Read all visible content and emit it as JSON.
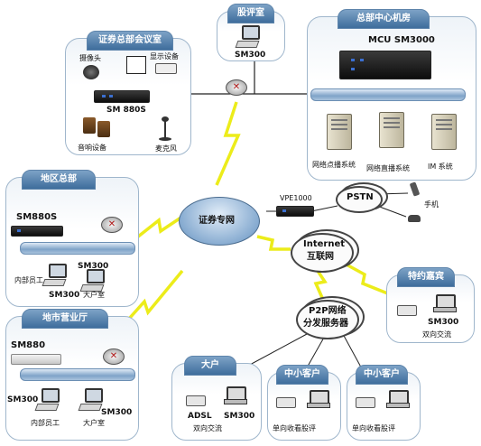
{
  "sites": {
    "hq_meeting": {
      "title": "证券总部会议室",
      "camera": "摄像头",
      "display": "显示设备",
      "terminal": "SM 880S",
      "audio": "音响设备",
      "mic": "麦克风"
    },
    "review_room": {
      "title": "股评室",
      "terminal": "SM300"
    },
    "data_center": {
      "title": "总部中心机房",
      "mcu": "MCU SM3000",
      "servers": [
        "网络点播系统",
        "网络直播系统",
        "IM 系统"
      ]
    },
    "regional_hq": {
      "title": "地区总部",
      "terminal": "SM880S",
      "room_terminal": "SM300",
      "room": "大户室",
      "staff": "内部员工",
      "staff_terminal": "SM300"
    },
    "city_office": {
      "title": "地市营业厅",
      "terminal": "SM880",
      "staff_terminal": "SM300",
      "room_terminal": "SM300",
      "staff": "内部员工",
      "room": "大户室"
    },
    "vip_guest": {
      "title": "特约嘉宾",
      "terminal": "SM300",
      "mode": "双向交流"
    },
    "big_client": {
      "title": "大户",
      "modem": "ADSL",
      "terminal": "SM300",
      "mode": "双向交流"
    },
    "small_client_1": {
      "title": "中小客户",
      "mode": "单向收看股评"
    },
    "small_client_2": {
      "title": "中小客户",
      "mode": "单向收看股评"
    }
  },
  "network": {
    "core": "证券专网",
    "gateway": "VPE1000",
    "pstn": "PSTN",
    "mobile": "手机",
    "internet_line1": "Internet",
    "internet_line2": "互联网",
    "p2p_line1": "P2P网络",
    "p2p_line2": "分发服务器"
  },
  "colors": {
    "panel_tab": "#3e6d9c",
    "bar": "#7fa3c8",
    "lightning": "#ecec1a",
    "router_cross": "#b01818"
  }
}
